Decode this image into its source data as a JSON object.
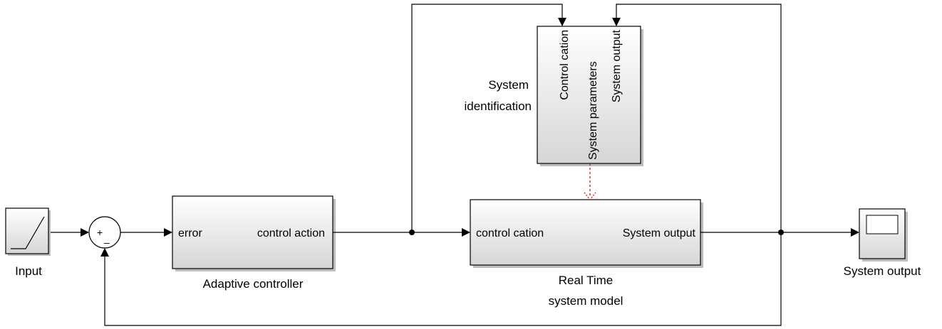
{
  "blocks": {
    "input": {
      "label": "Input"
    },
    "sum": {
      "plus": "+",
      "minus": "_"
    },
    "controller": {
      "label": "Adaptive controller",
      "in_port": "error",
      "out_port": "control action"
    },
    "identification": {
      "label_line1": "System",
      "label_line2": "identification",
      "port1": "Control cation",
      "port2": "System parameters",
      "port3": "System output"
    },
    "model": {
      "label_line1": "Real Time",
      "label_line2": "system model",
      "in_port": "control cation",
      "out_port": "System output"
    },
    "scope": {
      "label": "System output"
    }
  },
  "colors": {
    "wire": "#000000",
    "parameter_link": "#d40000",
    "block_fill_top": "#ffffff",
    "block_fill_bottom": "#d8d8d8"
  }
}
